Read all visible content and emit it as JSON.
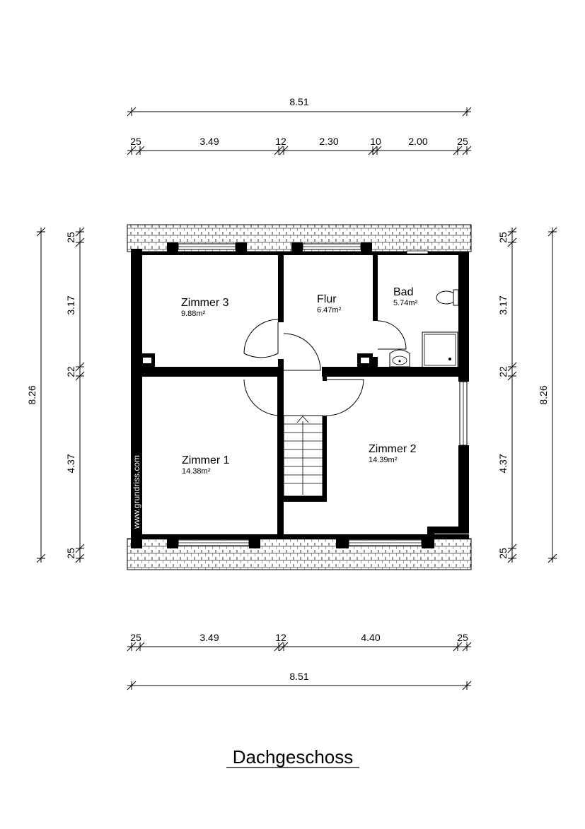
{
  "title": "Dachgeschoss",
  "watermark": "www.grundriss.com",
  "dimensions": {
    "top_total": "8.51",
    "top_segments": [
      "25",
      "3.49",
      "12",
      "2.30",
      "10",
      "2.00",
      "25"
    ],
    "bottom_segments": [
      "25",
      "3.49",
      "12",
      "4.40",
      "25"
    ],
    "bottom_total": "8.51",
    "left_total": "8.26",
    "left_segments": [
      "25",
      "3.17",
      "22",
      "4.37",
      "25"
    ],
    "right_total": "8.26",
    "right_segments": [
      "25",
      "3.17",
      "22",
      "4.37",
      "25"
    ]
  },
  "rooms": [
    {
      "name": "Zimmer 3",
      "area": "9.88m²"
    },
    {
      "name": "Flur",
      "area": "6.47m²"
    },
    {
      "name": "Bad",
      "area": "5.74m²"
    },
    {
      "name": "Zimmer 1",
      "area": "14.38m²"
    },
    {
      "name": "Zimmer 2",
      "area": "14.39m²"
    }
  ]
}
